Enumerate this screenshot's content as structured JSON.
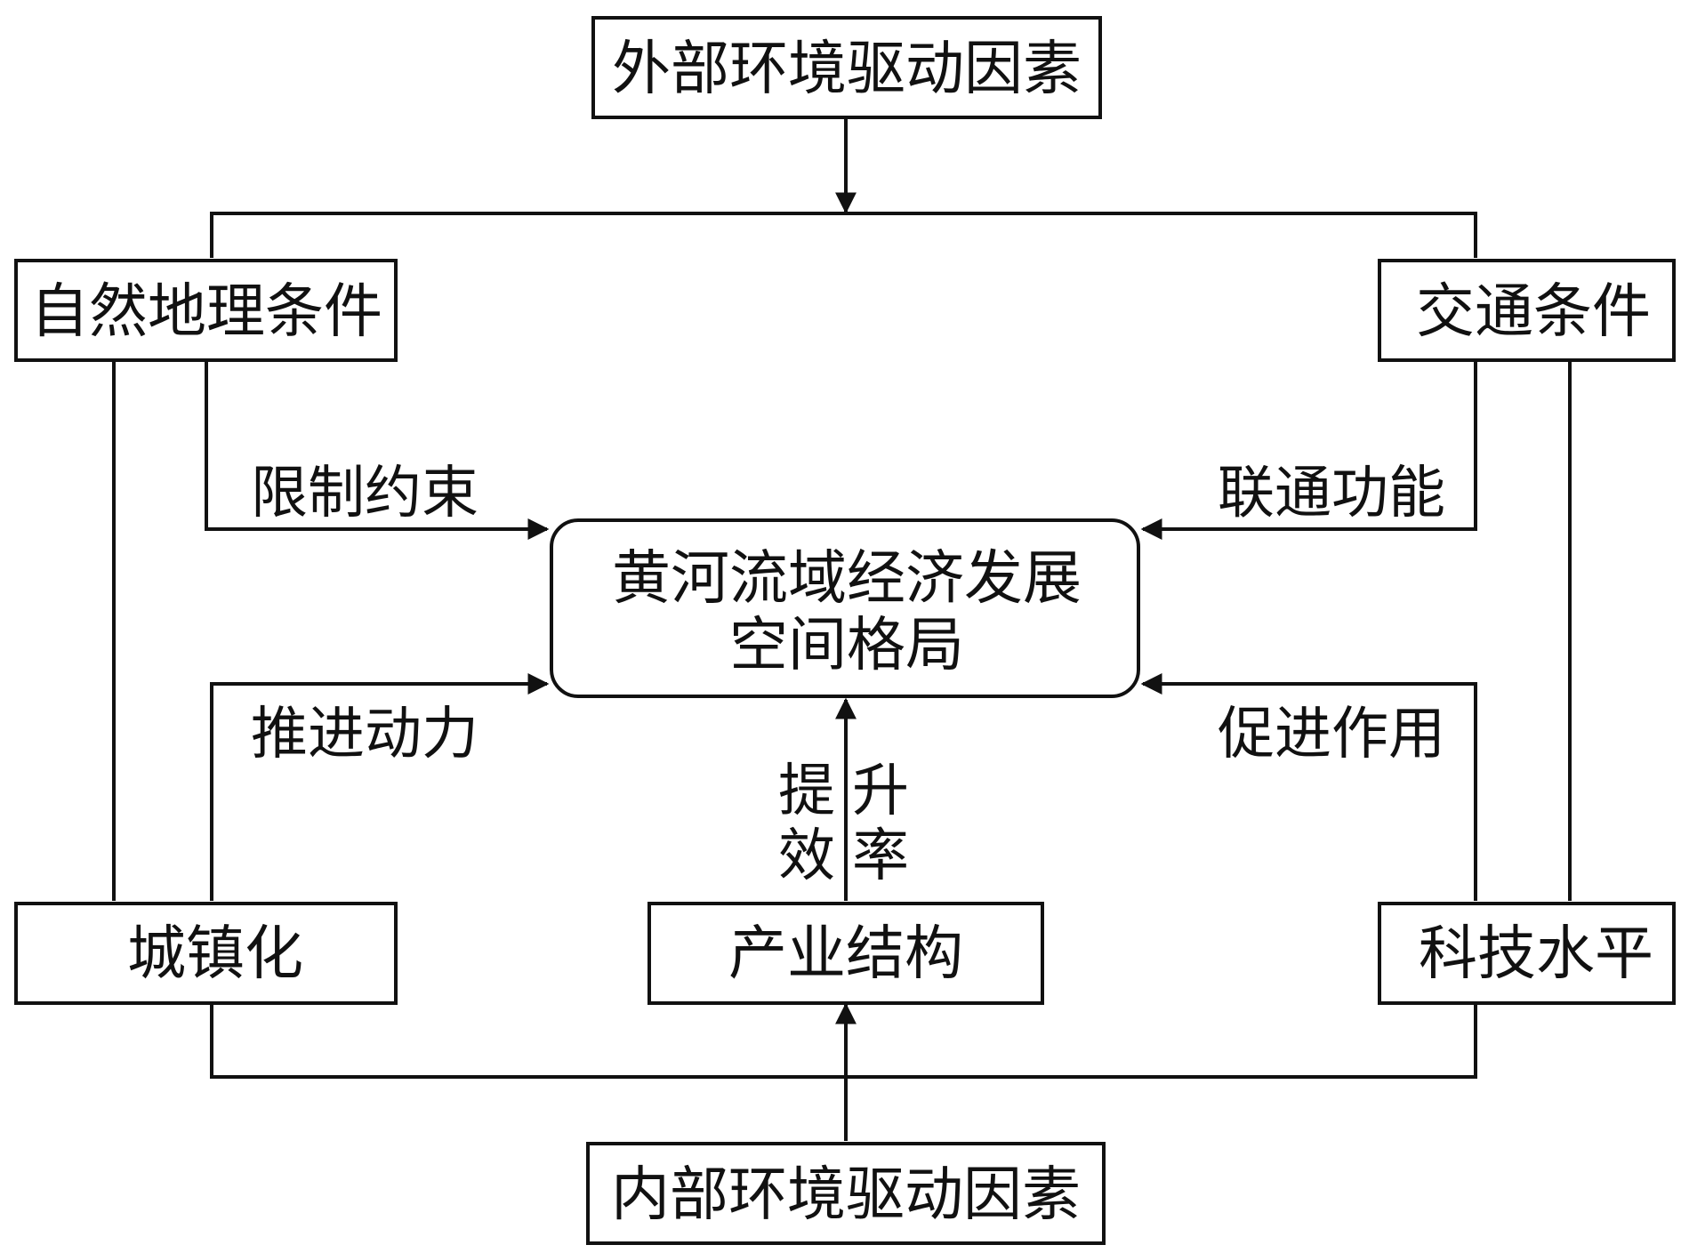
{
  "diagram": {
    "nodes": {
      "external": "外部环境驱动因素",
      "natural": "自然地理条件",
      "transport": "交通条件",
      "center_line1": "黄河流域经济发展",
      "center_line2": "空间格局",
      "urbanization": "城镇化",
      "industry": "产业结构",
      "technology": "科技水平",
      "internal": "内部环境驱动因素"
    },
    "edges": {
      "constraint": "限制约束",
      "connectivity": "联通功能",
      "driving": "推进动力",
      "promoting": "促进作用",
      "efficiency_char1": "提",
      "efficiency_char2": "效",
      "rate_char1": "升",
      "rate_char2": "率"
    }
  }
}
